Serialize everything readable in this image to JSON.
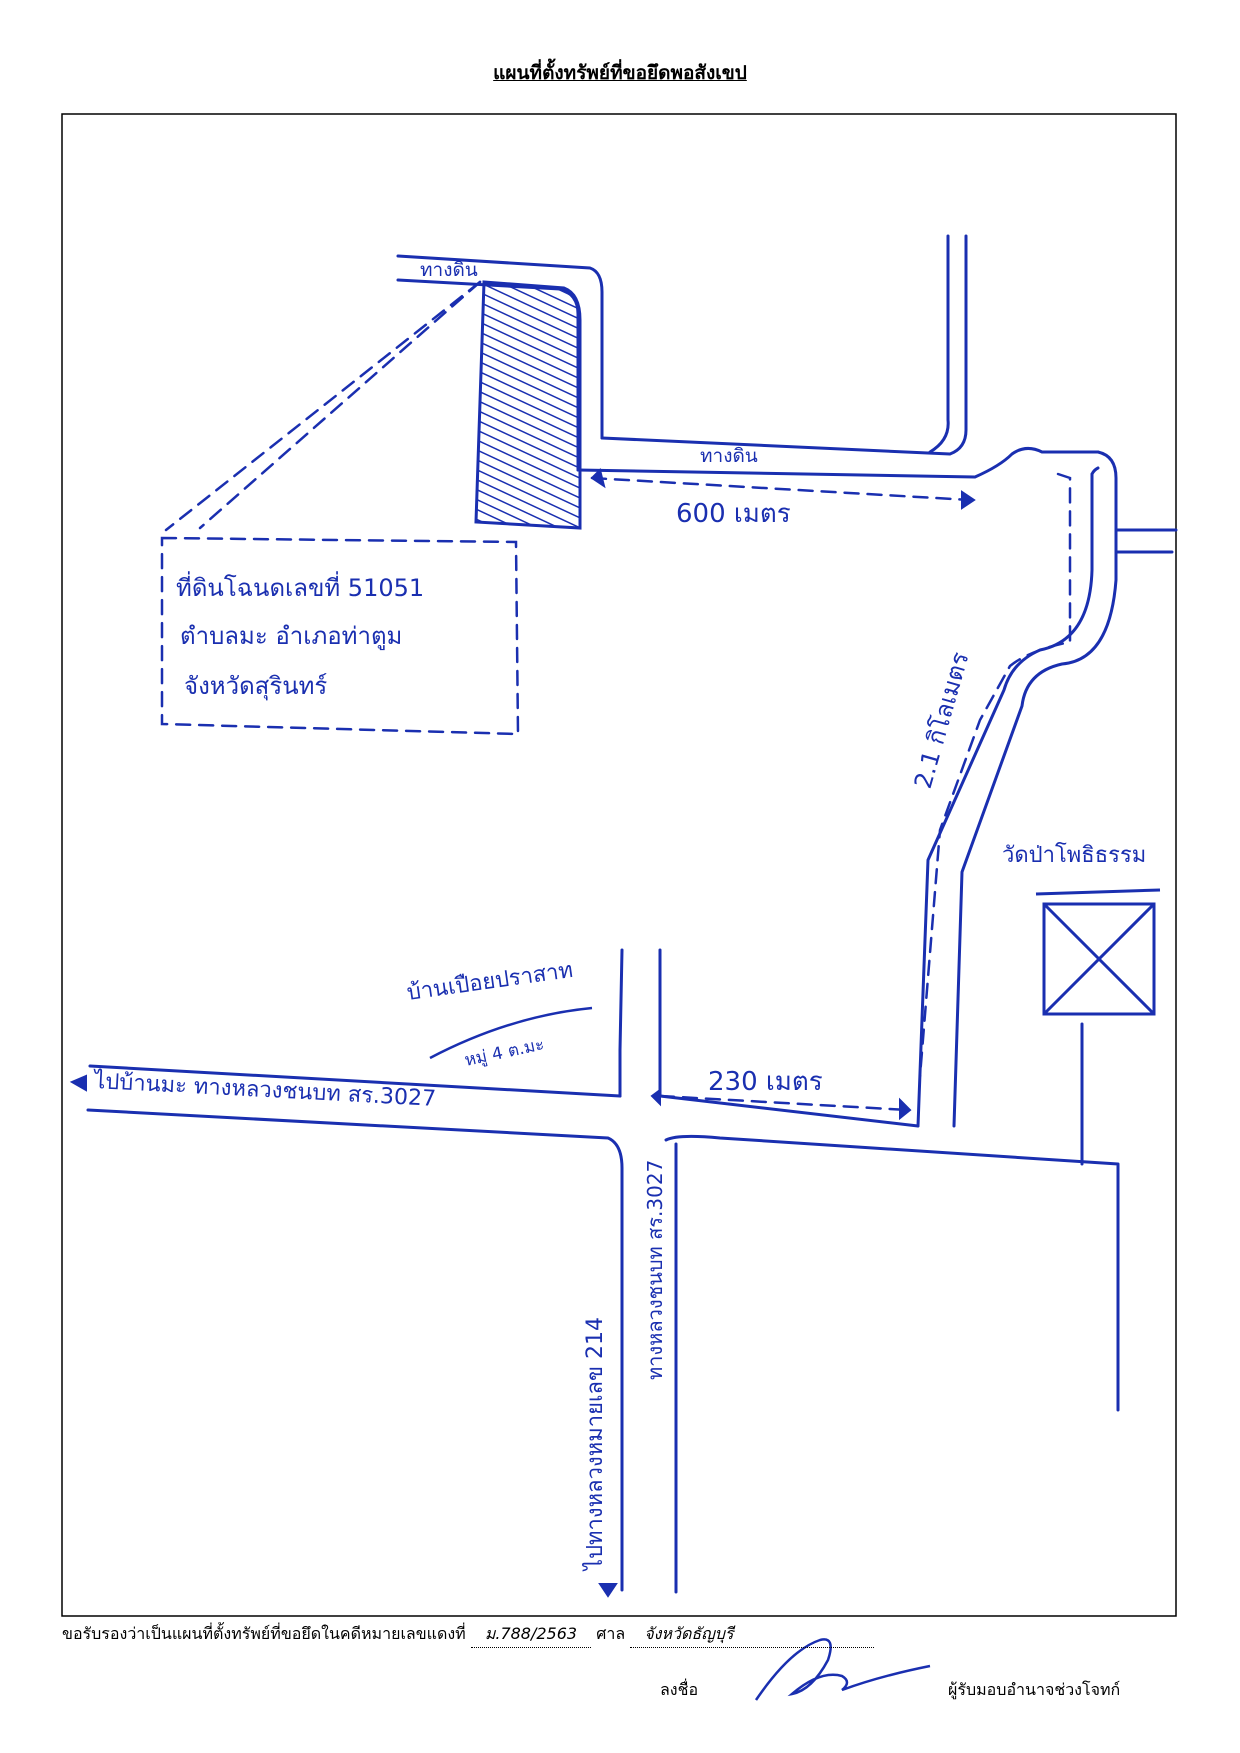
{
  "title": "แผนที่ตั้งทรัพย์ที่ขอยึดพอสังเขป",
  "map": {
    "land_note": [
      "ที่ดินโฉนดเลขที่ 51051",
      "ตำบลมะ อำเภอท่าตูม",
      "จังหวัดสุรินทร์"
    ],
    "dirt_road_top": "ทางดิน",
    "dirt_road_mid": "ทางดิน",
    "dist_600": "600 เมตร",
    "dist_2_1km": "2.1 กิโลเมตร",
    "temple": "วัดป่าโพธิธรรม",
    "village": "บ้านเปือยปราสาท",
    "village_sub": "หมู่ 4 ต.มะ",
    "main_road": "ไปบ้านมะ ทางหลวงชนบท สร.3027",
    "dist_230": "230 เมตร",
    "road_v1": "ไปทางหลวงหมายเลข 214",
    "road_v2": "ทางหลวงชนบท สร.3027",
    "colors": {
      "ink": "#1a2fb0"
    }
  },
  "footer": {
    "cert_text": "ขอรับรองว่าเป็นแผนที่ตั้งทรัพย์ที่ขอยึดในคดีหมายเลขแดงที่",
    "case_number": "ม.788/2563",
    "court_label": "ศาล",
    "court_name": "จังหวัดธัญบุรี",
    "sign_label": "ลงชื่อ",
    "signer_role": "ผู้รับมอบอำนาจช่วงโจทก์"
  }
}
